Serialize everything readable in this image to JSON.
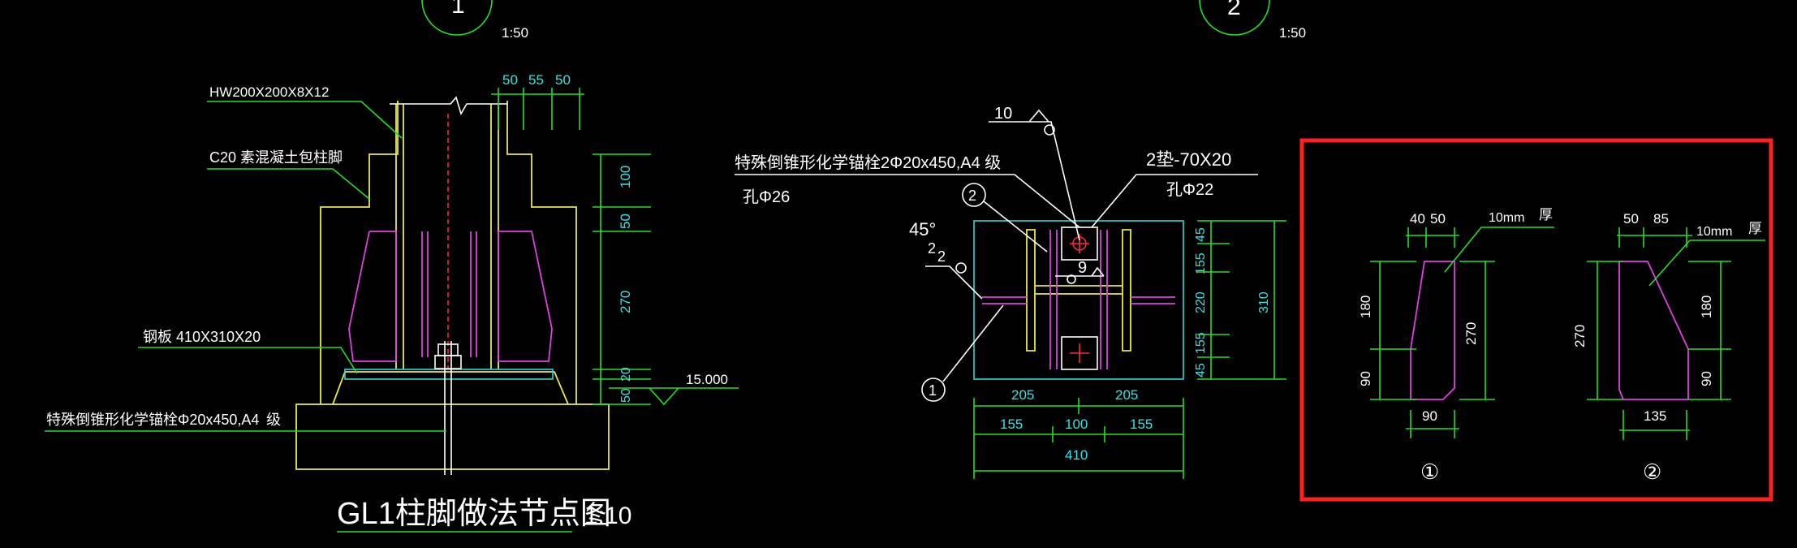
{
  "view_markers": [
    {
      "num": "1",
      "scale": "1:50"
    },
    {
      "num": "2",
      "scale": "1:50"
    }
  ],
  "section_view": {
    "steel_label": "HW200X200X8X12",
    "concrete_label": "C20  素混凝土包柱脚",
    "plate_label": "钢板  410X310X20",
    "anchor_label": "特殊倒锥形化学锚栓Φ20x450,A4",
    "anchor_grade": "级",
    "dims_top": [
      "50",
      "55",
      "50"
    ],
    "dims_right": [
      "100",
      "50",
      "270",
      "20",
      "50"
    ],
    "elevation": "15.000",
    "title": "GL1柱脚做法节点图",
    "title_scale": "1:10"
  },
  "plan_view": {
    "weld_top": "10",
    "anchor_label": "特殊倒锥形化学锚栓2Φ20x450,A4 级",
    "hole_left": "孔Φ26",
    "washer_label": "2垫-70X20",
    "hole_right": "孔Φ22",
    "angle": "45°",
    "weld_left_a": "2",
    "weld_left_b": "2",
    "weld_mid": "9",
    "marker_a": "2",
    "marker_b": "1",
    "dims_right": [
      "45",
      "155",
      "220",
      "155",
      "45",
      "310"
    ],
    "dims_bottom_1": [
      "205",
      "205"
    ],
    "dims_bottom_2": [
      "155",
      "100",
      "155"
    ],
    "dims_bottom_3": [
      "410"
    ]
  },
  "stiffener_details": {
    "highlight_color": "#ff2020",
    "plate1": {
      "dims_top": [
        "40",
        "50"
      ],
      "thickness": "10mm",
      "thickness_suffix": "厚",
      "dims_left": [
        "180",
        "90"
      ],
      "dim_right": "270",
      "dim_bottom": "90",
      "id": "①"
    },
    "plate2": {
      "dims_top": [
        "50",
        "85"
      ],
      "thickness": "10mm",
      "thickness_suffix": "厚",
      "dim_left": "270",
      "dims_right": [
        "180",
        "90"
      ],
      "dim_bottom": "135",
      "id": "②"
    }
  }
}
